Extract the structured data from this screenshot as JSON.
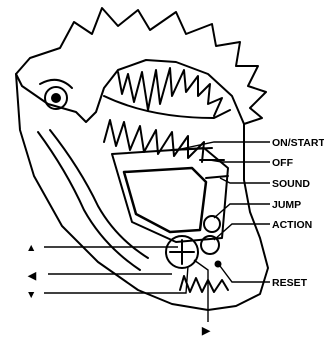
{
  "labels": {
    "on_start": "ON/START",
    "off": "OFF",
    "sound": "SOUND",
    "jump": "JUMP",
    "action": "ACTION",
    "reset": "RESET"
  },
  "arrow_markers": {
    "up": "▲",
    "left": "◀",
    "down": "▼",
    "right": "▶"
  }
}
